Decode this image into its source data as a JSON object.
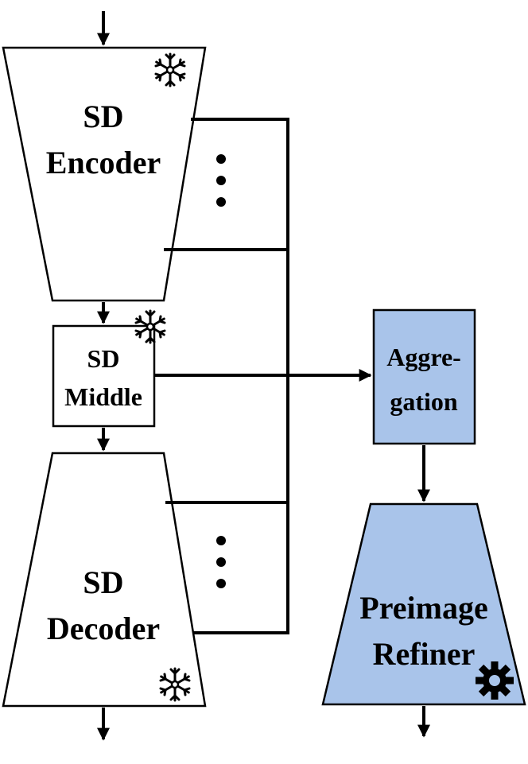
{
  "nodes": {
    "encoder": {
      "line1": "SD",
      "line2": "Encoder",
      "status_icon": "snowflake-icon"
    },
    "middle": {
      "line1": "SD",
      "line2": "Middle",
      "status_icon": "snowflake-icon"
    },
    "decoder": {
      "line1": "SD",
      "line2": "Decoder",
      "status_icon": "snowflake-icon"
    },
    "aggregation": {
      "line1": "Aggre-",
      "line2": "gation"
    },
    "refiner": {
      "line1": "Preimage",
      "line2": "Refiner",
      "status_icon": "gear-icon"
    }
  },
  "colors": {
    "trainable_fill": "#a9c4ea",
    "frozen_fill": "#ffffff",
    "stroke": "#000000"
  }
}
